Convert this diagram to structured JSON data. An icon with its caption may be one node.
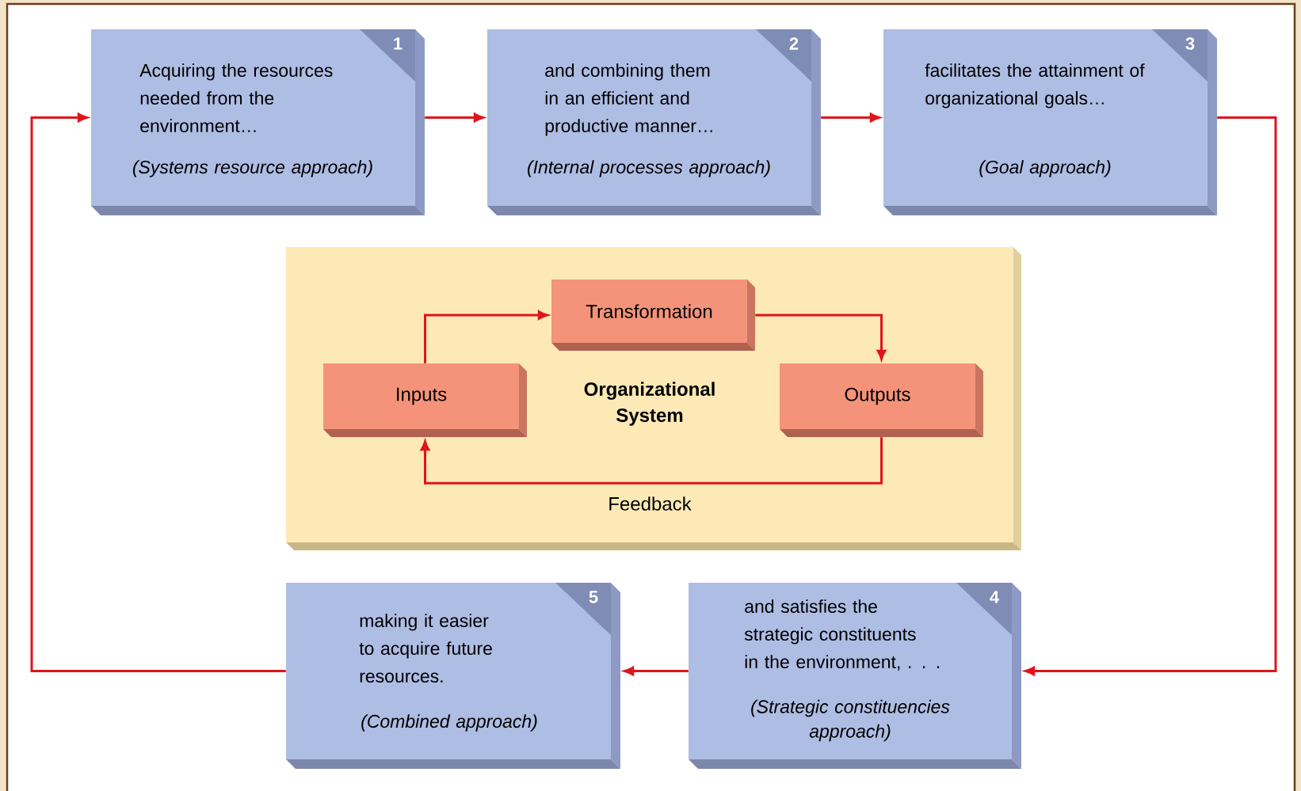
{
  "diagram": {
    "nodes": [
      {
        "text": [
          "1",
          "Acquiring the resources needed from the environment…",
          "(Systems resource approach)"
        ]
      },
      {
        "text": [
          "2",
          "and combining them in an efficient and productive manner…",
          "(Internal processes approach)"
        ]
      },
      {
        "text": [
          "3",
          "facilitates the attainment of organizational goals…",
          "(Goal approach)"
        ]
      },
      {
        "text": [
          "Organizational System"
        ]
      },
      {
        "text": [
          "Inputs"
        ],
        "in": 3
      },
      {
        "text": [
          "Transformation"
        ],
        "in": 3
      },
      {
        "text": [
          "Outputs"
        ],
        "in": 3
      },
      {
        "text": [
          "4",
          "and satisfies the strategic constituents in the environment, . . .",
          "(Strategic constituencies approach)"
        ]
      },
      {
        "text": [
          "5",
          "making it easier to acquire future resources.",
          "(Combined approach)"
        ]
      }
    ],
    "edges": [
      {
        "from": 0,
        "to": 1,
        "arrow": "to"
      },
      {
        "from": 1,
        "to": 2,
        "arrow": "to"
      },
      {
        "from": 2,
        "to": 7,
        "arrow": "to"
      },
      {
        "from": 7,
        "to": 8,
        "arrow": "to"
      },
      {
        "from": 8,
        "to": 0,
        "arrow": "to"
      },
      {
        "from": 4,
        "to": 5,
        "arrow": "to"
      },
      {
        "from": 5,
        "to": 6,
        "arrow": "to"
      },
      {
        "from": 6,
        "to": 4,
        "arrow": "to",
        "label": "Feedback"
      }
    ]
  }
}
